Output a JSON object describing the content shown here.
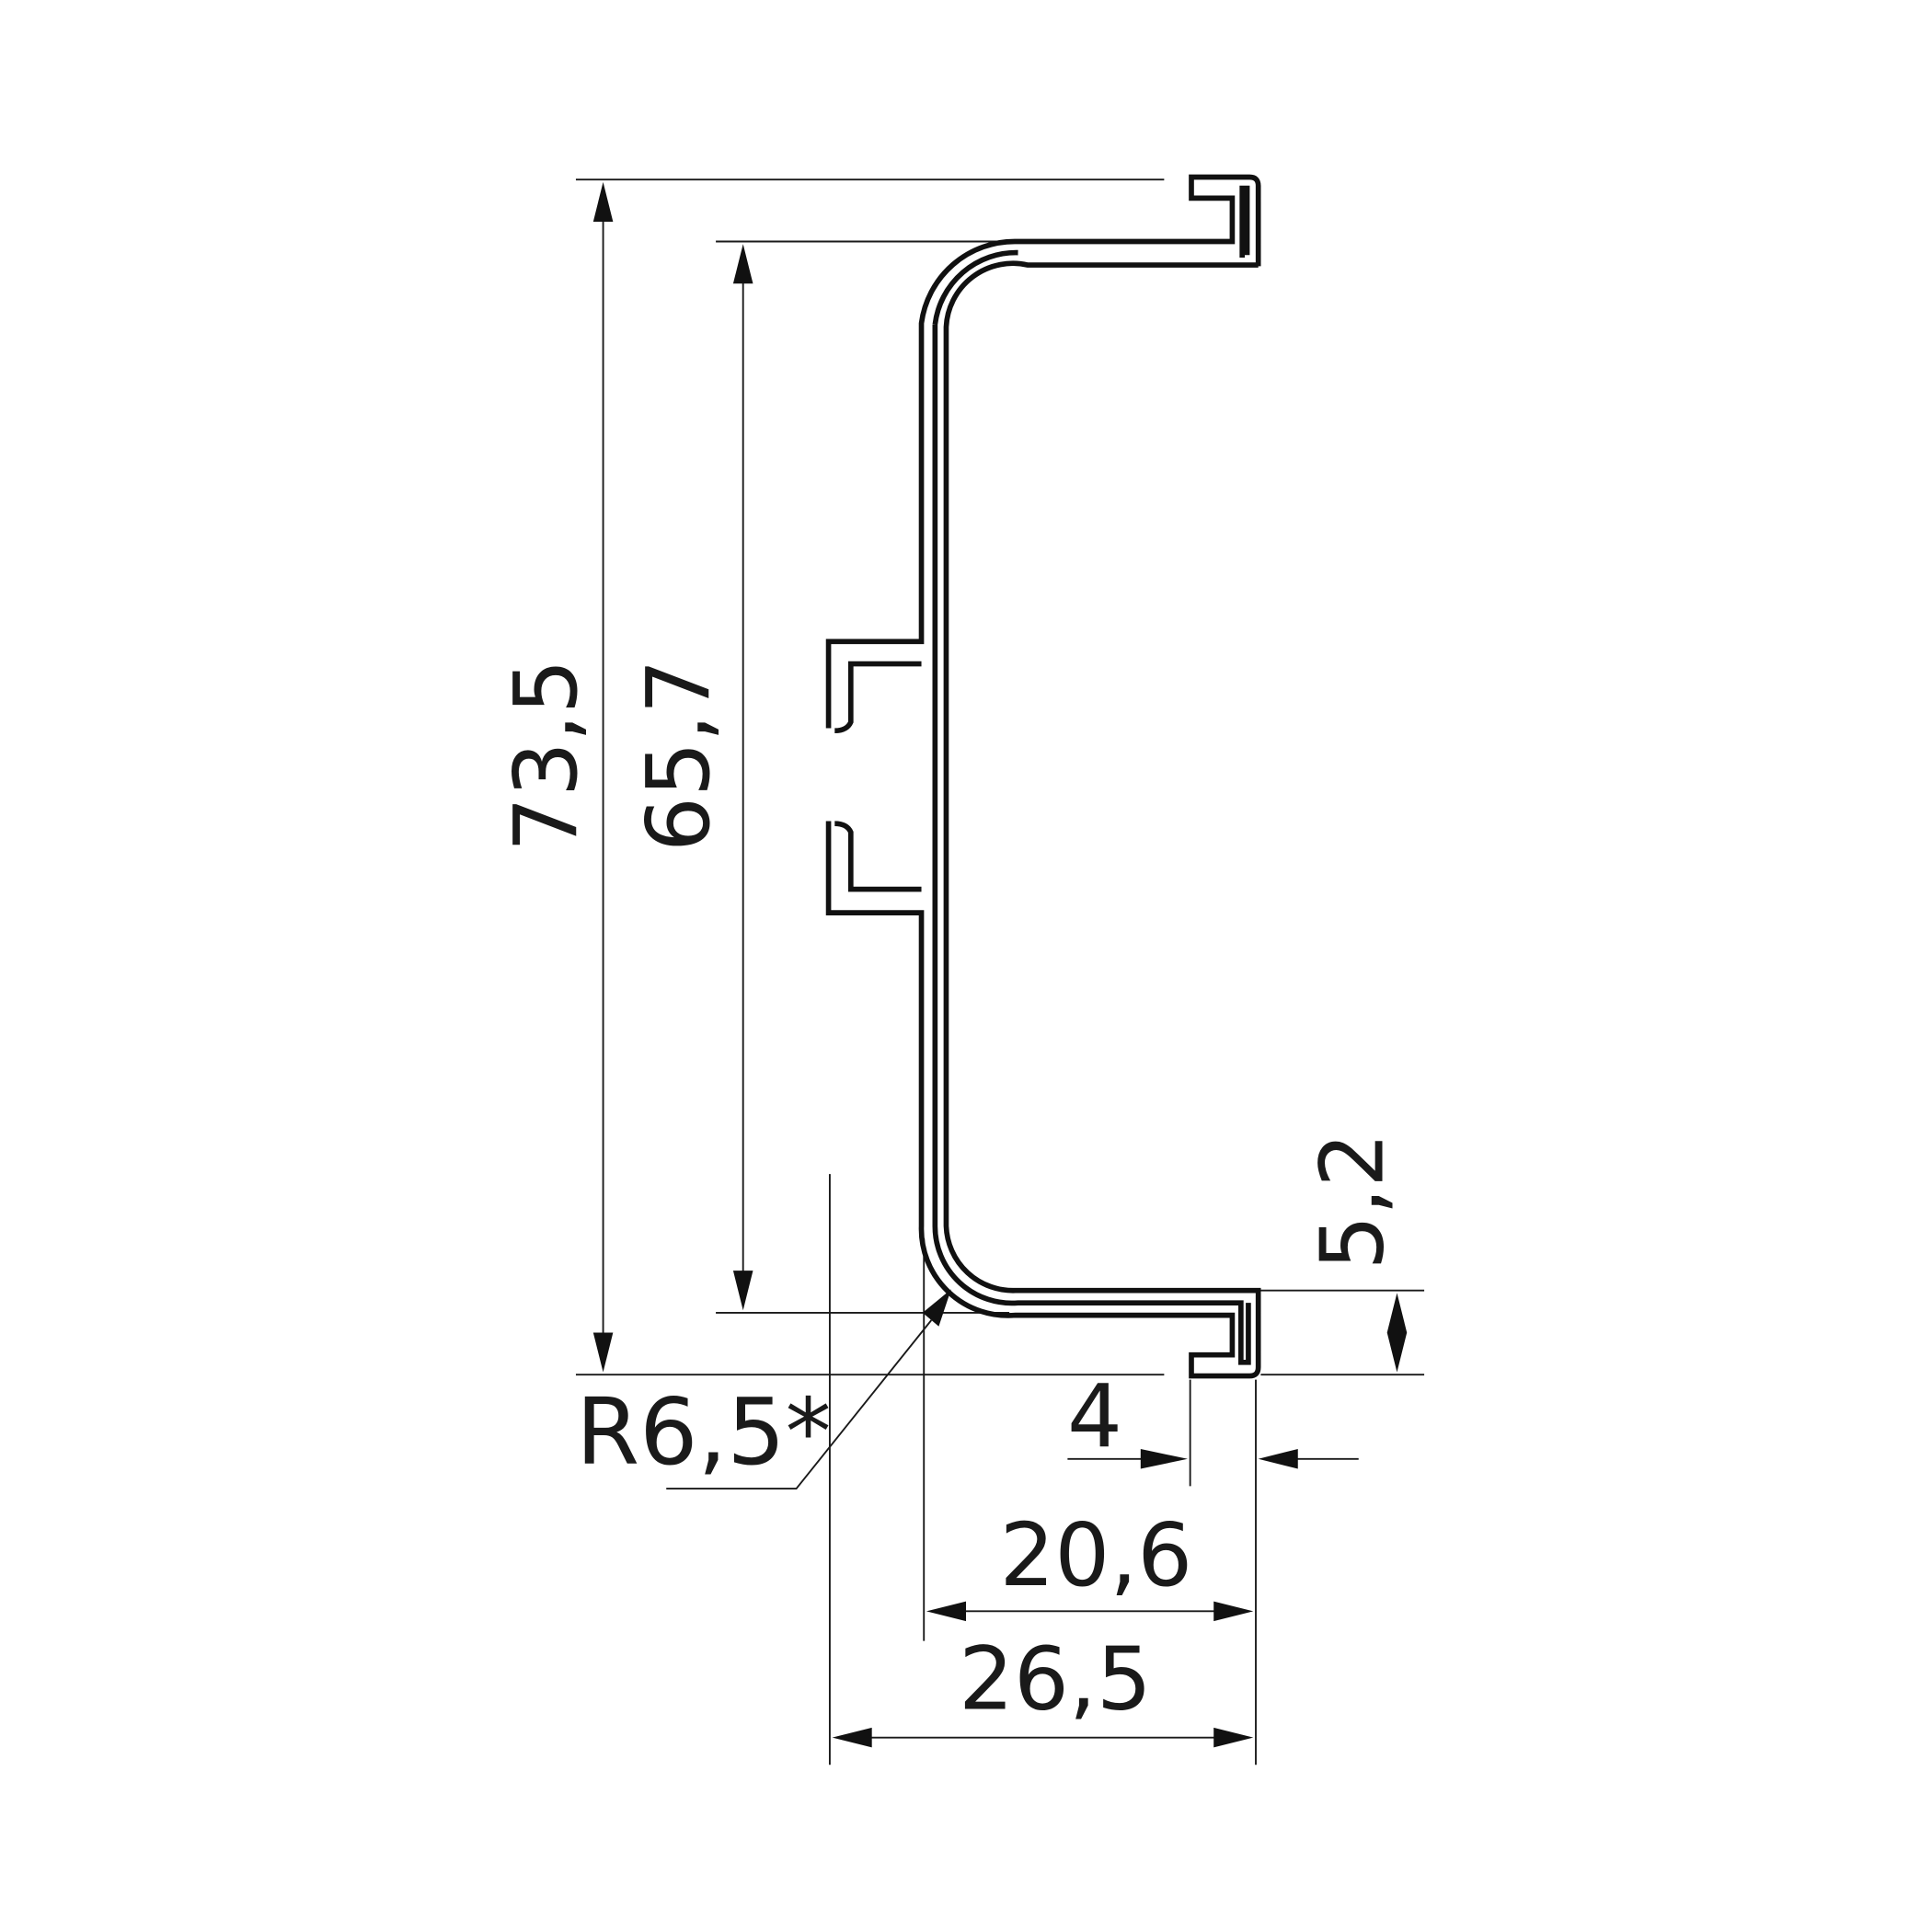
{
  "dimensions": {
    "total_height": "73,5",
    "inner_height": "65,7",
    "lip_height": "5,2",
    "lip_width": "4",
    "inner_width": "20,6",
    "total_width": "26,5",
    "radius": "R6,5*"
  },
  "colors": {
    "line": "#111111",
    "background": "#ffffff"
  }
}
